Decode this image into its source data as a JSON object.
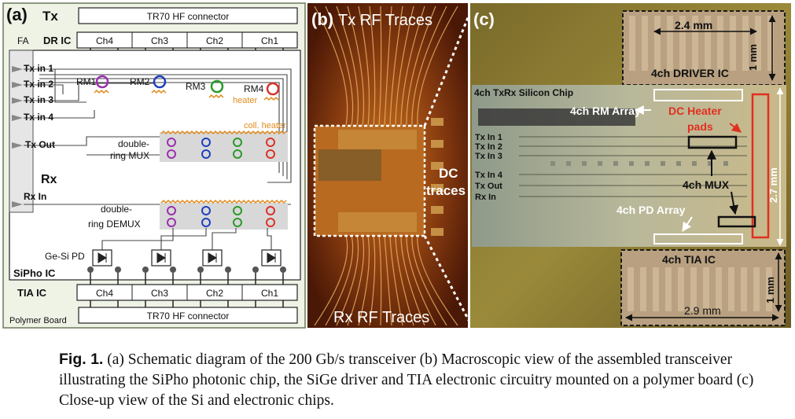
{
  "panel_a": {
    "label": "(a)",
    "tx_label": "Tx",
    "tx_connector": "TR70 HF connector",
    "fa_label": "FA",
    "dr_ic_label": "DR IC",
    "dr_channels": [
      "Ch4",
      "Ch3",
      "Ch2",
      "Ch1"
    ],
    "tx_inputs": [
      "Tx in 1",
      "Tx in 2",
      "Tx in 3",
      "Tx in 4"
    ],
    "ring_modulators": [
      "RM1",
      "RM2",
      "RM3",
      "RM4"
    ],
    "heater_label": "heater",
    "coll_heater_label": "coll. heater",
    "tx_out_label": "Tx Out",
    "mux_label": [
      "double-",
      "ring MUX"
    ],
    "rx_label": "Rx",
    "rx_in_label": "Rx In",
    "demux_label": [
      "double-",
      "ring DEMUX"
    ],
    "pd_label": "Ge-Si PD",
    "sipho_label": "SiPho IC",
    "tia_ic_label": "TIA IC",
    "tia_channels": [
      "Ch4",
      "Ch3",
      "Ch2",
      "Ch1"
    ],
    "rx_connector": "TR70 HF connector",
    "polymer_label": "Polymer Board",
    "ring_colors": [
      "#9b2fae",
      "#1f3fbf",
      "#2a9a2a",
      "#d8332a"
    ],
    "heater_color": "#e08a1e"
  },
  "panel_b": {
    "label": "(b)",
    "top_label": "Tx RF Traces",
    "dc_label": [
      "DC",
      "traces"
    ],
    "bottom_label": "Rx RF Traces"
  },
  "panel_c": {
    "label": "(c)",
    "dim_top_width": "2.4 mm",
    "dim_top_height": "1 mm",
    "driver_ic": "4ch DRIVER IC",
    "silicon_chip": "4ch TxRx Silicon Chip",
    "rm_array": "4ch RM Array",
    "dc_heater": [
      "DC Heater",
      "pads"
    ],
    "chip_ports": [
      "Tx In 1",
      "Tx In 2",
      "Tx In 3",
      "Tx In 4",
      "Tx Out",
      "Rx In"
    ],
    "mux": "4ch MUX",
    "pd_array": "4ch PD Array",
    "dim_chip_height": "2.7 mm",
    "tia_ic": "4ch TIA IC",
    "dim_bottom_height": "1 mm",
    "dim_bottom_width": "2.9 mm"
  },
  "caption": {
    "label": "Fig. 1.",
    "text": "(a) Schematic diagram of the 200 Gb/s transceiver (b) Macroscopic view of the assembled transceiver illustrating the SiPho photonic chip, the SiGe driver and TIA electronic circuitry mounted on a polymer board (c) Close-up view of the Si and electronic chips."
  }
}
